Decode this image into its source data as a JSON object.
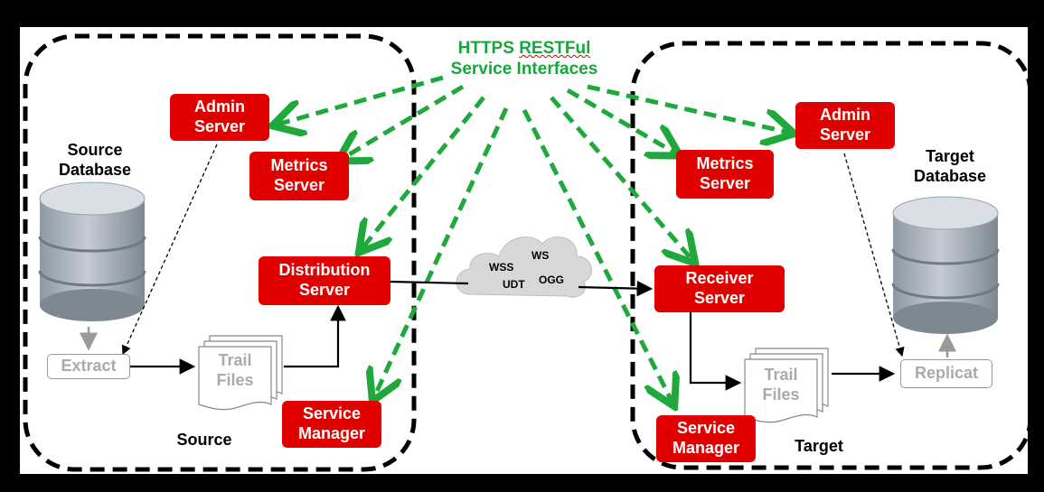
{
  "title": {
    "line1_a": "HTTPS",
    "line1_b": "RESTFul",
    "line2": "Service Interfaces"
  },
  "source": {
    "group_label": "Source",
    "database_label_1": "Source",
    "database_label_2": "Database",
    "admin_server": [
      "Admin",
      "Server"
    ],
    "metrics_server": [
      "Metrics",
      "Server"
    ],
    "distribution_server": [
      "Distribution",
      "Server"
    ],
    "service_manager": [
      "Service",
      "Manager"
    ],
    "extract": "Extract",
    "trail_files": [
      "Trail",
      "Files"
    ]
  },
  "target": {
    "group_label": "Target",
    "database_label_1": "Target",
    "database_label_2": "Database",
    "admin_server": [
      "Admin",
      "Server"
    ],
    "metrics_server": [
      "Metrics",
      "Server"
    ],
    "receiver_server": [
      "Receiver",
      "Server"
    ],
    "service_manager": [
      "Service",
      "Manager"
    ],
    "replicat": "Replicat",
    "trail_files": [
      "Trail",
      "Files"
    ]
  },
  "network": {
    "protocols": [
      "WSS",
      "WS",
      "UDT",
      "OGG"
    ]
  },
  "colors": {
    "accent_red": "#e00000",
    "arrow_green": "#1fa83c",
    "background": "#000000",
    "panel": "#ffffff"
  }
}
